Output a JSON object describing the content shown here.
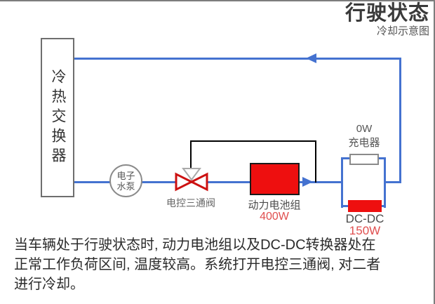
{
  "header": {
    "title": "行驶状态",
    "subtitle": "冷却示意图"
  },
  "diagram": {
    "exchanger": {
      "label": "冷热交换器"
    },
    "pump": {
      "line1": "电子",
      "line2": "水泵"
    },
    "valve": {
      "label": "电控三通阀"
    },
    "battery": {
      "label": "动力电池组",
      "power": "400W"
    },
    "charger": {
      "power": "0W",
      "label": "充电器"
    },
    "dcdc": {
      "label": "DC-DC",
      "power": "150W"
    }
  },
  "caption": {
    "lines": [
      "当车辆处于行驶状态时, 动力电池组以及DC-DC转换器处在",
      "正常工作负荷区间, 温度较高。系统打开电控三通阀, 对二者",
      "进行冷却。"
    ]
  },
  "colors": {
    "pipe_blue": "#4472d0",
    "component_red": "#ee0f0f",
    "power_red": "#e04f4f",
    "bypass_black": "#000000",
    "border_gray": "#7d7d7d"
  }
}
